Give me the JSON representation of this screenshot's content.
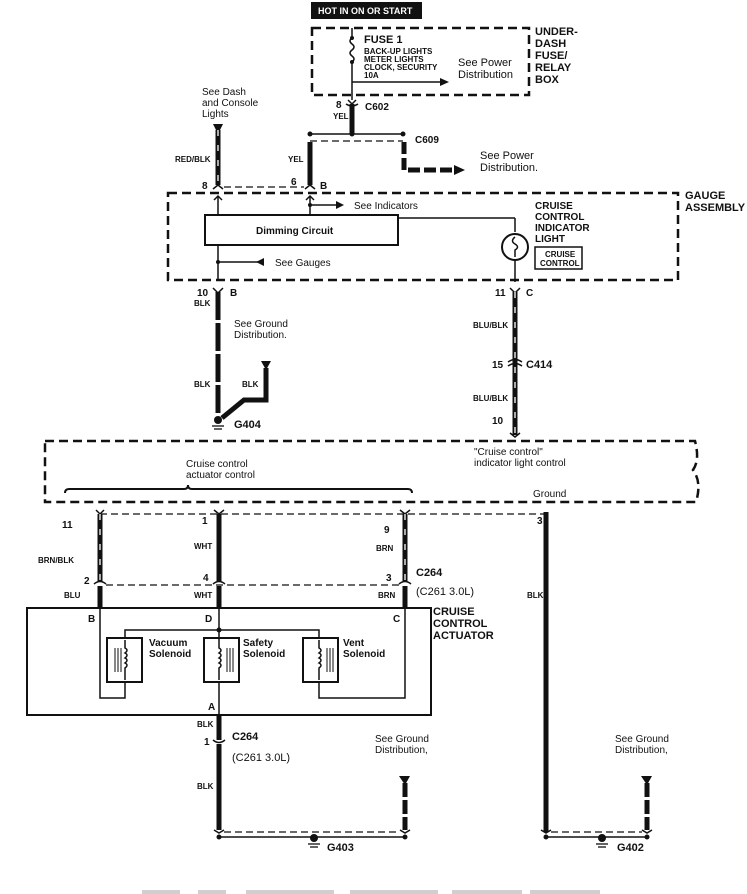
{
  "diagram": {
    "hot_label": "HOT IN ON OR START",
    "fuse_box": {
      "fuse_name": "FUSE 1",
      "fuse_desc": [
        "BACK-UP LIGHTS",
        "METER LIGHTS",
        "CLOCK, SECURITY",
        "10A"
      ],
      "see_text": [
        "See Power",
        "Distribution"
      ],
      "name": [
        "UNDER-",
        "DASH",
        "FUSE/",
        "RELAY",
        "BOX"
      ]
    },
    "c602": {
      "pin": "8",
      "name": "C602",
      "wire": "YEL"
    },
    "c609": {
      "name": "C609",
      "see_text": [
        "See Power",
        "Distribution."
      ]
    },
    "dash_lights": {
      "text": [
        "See Dash",
        "and Console",
        "Lights"
      ]
    },
    "gauge_assembly": {
      "name": [
        "GAUGE",
        "ASSEMBLY"
      ],
      "pin_left": "8",
      "wire_left": "RED/BLK",
      "pin_mid": "6",
      "wire_mid": "YEL",
      "pin_mid_letter": "B",
      "see_indicators": "See Indicators",
      "dimming_circuit": "Dimming Circuit",
      "see_gauges": "See Gauges",
      "indicator_name": [
        "CRUISE",
        "CONTROL",
        "INDICATOR",
        "LIGHT"
      ],
      "indicator_badge": [
        "CRUISE",
        "CONTROL"
      ],
      "pin_bottom_left": "10",
      "pin_bottom_left_letter": "B",
      "pin_bottom_right": "11",
      "pin_bottom_right_letter": "C"
    },
    "g404_branch": {
      "wire1": "BLK",
      "see_text": [
        "See Ground",
        "Distribution."
      ],
      "wire2": "BLK",
      "wire3": "BLK",
      "ground": "G404"
    },
    "c414_branch": {
      "wire1": "BLU/BLK",
      "pin1": "15",
      "name": "C414",
      "wire2": "BLU/BLK",
      "pin2": "10"
    },
    "control_unit": {
      "indicator_label": [
        "\"Cruise control\"",
        "indicator light control"
      ],
      "actuator_label": [
        "Cruise control",
        "actuator control"
      ],
      "ground_label": "Ground",
      "pins": [
        "11",
        "1",
        "9",
        "3"
      ]
    },
    "c264_upper": {
      "wire_a_top": "BRN/BLK",
      "pin_a": "2",
      "wire_a_bottom": "BLU",
      "wire_b_top": "WHT",
      "pin_b": "4",
      "wire_b_bottom": "WHT",
      "wire_c_top": "BRN",
      "pin_c": "3",
      "wire_c_bottom": "BRN",
      "name": "C264",
      "alt": "(C261 3.0L)"
    },
    "actuator": {
      "name": [
        "CRUISE",
        "CONTROL",
        "ACTUATOR"
      ],
      "pin_b": "B",
      "pin_d": "D",
      "pin_c": "C",
      "pin_a": "A",
      "solenoids": [
        [
          "Vacuum",
          "Solenoid"
        ],
        [
          "Safety",
          "Solenoid"
        ],
        [
          "Vent",
          "Solenoid"
        ]
      ]
    },
    "c264_lower": {
      "wire_top": "BLK",
      "pin": "1",
      "name": "C264",
      "alt": "(C261 3.0L)",
      "wire_bottom": "BLK",
      "see_text": [
        "See Ground",
        "Distribution,"
      ],
      "ground": "G403"
    },
    "g402_branch": {
      "wire": "BLK",
      "see_text": [
        "See Ground",
        "Distribution,"
      ],
      "ground": "G402"
    }
  }
}
